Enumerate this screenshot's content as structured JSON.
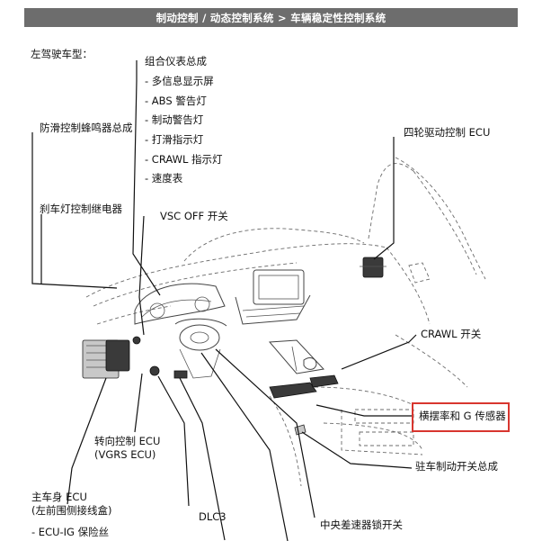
{
  "header": {
    "title": "制动控制 / 动态控制系统 > 车辆稳定性控制系统"
  },
  "labels": {
    "left_hand_drive": "左驾驶车型：",
    "combination_meter": "组合仪表总成",
    "multi_info_display": "- 多信息显示屏",
    "abs_warning_light": "- ABS 警告灯",
    "brake_warning_light": "- 制动警告灯",
    "slip_indicator": "- 打滑指示灯",
    "crawl_indicator": "- CRAWL 指示灯",
    "speedometer": "- 速度表",
    "skid_buzzer": "防滑控制蜂鸣器总成",
    "stop_lamp_relay": "刹车灯控制继电器",
    "vsc_off_switch": "VSC OFF 开关",
    "four_wd_ecu": "四轮驱动控制 ECU",
    "crawl_switch": "CRAWL 开关",
    "yaw_g_sensor": "横摆率和 G 传感器",
    "parking_brake_switch": "驻车制动开关总成",
    "steering_ecu_line1": "转向控制 ECU",
    "steering_ecu_line2": "(VGRS ECU)",
    "main_body_ecu_line1": "主车身 ECU",
    "main_body_ecu_line2": "(左前围侧接线盒)",
    "ecu_ig_fuse": "- ECU-IG 保险丝",
    "dlc3": "DLC3",
    "center_diff_lock_switch": "中央差速器锁开关"
  },
  "colors": {
    "header_bg": "#6d6d6d",
    "highlight": "#d8362f"
  }
}
